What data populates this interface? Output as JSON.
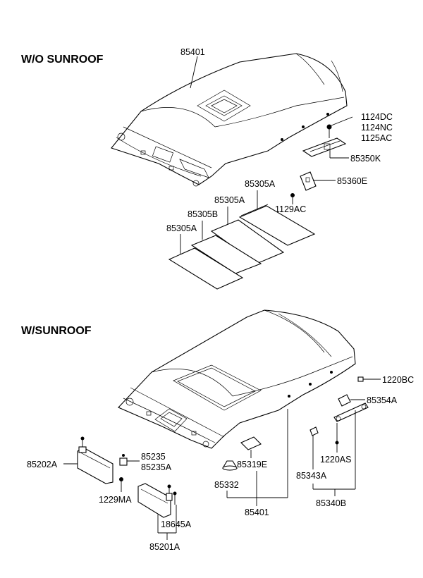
{
  "sections": {
    "without_sunroof": "W/O SUNROOF",
    "with_sunroof": "W/SUNROOF"
  },
  "parts_top": {
    "headlining": "85401",
    "clip_a": "1124DC",
    "clip_b": "1124NC",
    "clip_c": "1125AC",
    "assist_bracket": "85350K",
    "retainer": "85360E",
    "screw": "1129AC",
    "pad_1": "85305A",
    "pad_2": "85305A",
    "pad_3": "85305B",
    "pad_4": "85305A"
  },
  "parts_bottom": {
    "bolt": "1220BC",
    "handle": "85354A",
    "bolt_2": "1220AS",
    "cap": "85343A",
    "handle_assy": "85340B",
    "pad": "85319E",
    "holder": "85332",
    "headlining": "85401",
    "visor_right": "85202A",
    "visor_retainer_a": "85235",
    "visor_retainer_b": "85235A",
    "screw": "1229MA",
    "lamp": "18645A",
    "visor_left": "85201A"
  }
}
